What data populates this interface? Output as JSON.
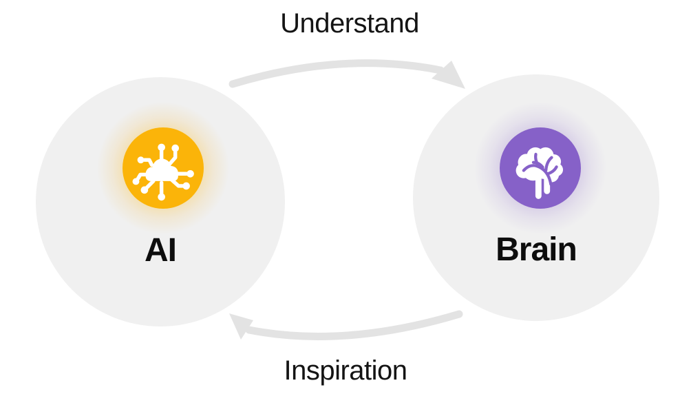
{
  "diagram": {
    "nodes": [
      {
        "id": "ai",
        "label": "AI",
        "icon": "ai-cloud-network-icon",
        "color": "#FBB409",
        "circle_color": "#F0F0F0"
      },
      {
        "id": "brain",
        "label": "Brain",
        "icon": "brain-icon",
        "color": "#8661C8",
        "circle_color": "#F0F0F0"
      }
    ],
    "arrows": [
      {
        "from": "AI",
        "to": "Brain",
        "label": "Understand"
      },
      {
        "from": "Brain",
        "to": "AI",
        "label": "Inspiration"
      }
    ],
    "colors": {
      "arrow": "#E3E3E3",
      "text": "#141414",
      "background": "#FFFFFF",
      "icon_glyph": "#FFFFFF"
    }
  }
}
